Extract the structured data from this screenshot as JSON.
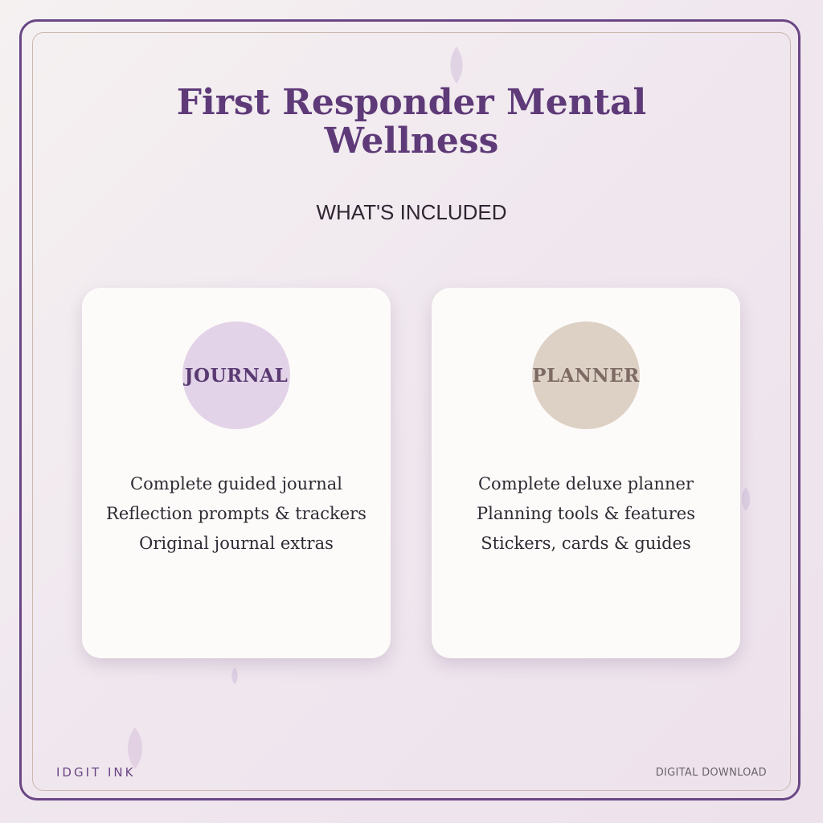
{
  "header": {
    "title_line1": "First Responder Mental",
    "title_line2": "Wellness",
    "subtitle": "WHAT'S INCLUDED"
  },
  "cards": [
    {
      "badge": "JOURNAL",
      "badge_color": "#e2d3e8",
      "badge_text_color": "#5a3a72",
      "features": [
        "Complete guided journal",
        "Reflection prompts & trackers",
        "Original journal extras"
      ]
    },
    {
      "badge": "PLANNER",
      "badge_color": "#ddd1c6",
      "badge_text_color": "#7d6b63",
      "features": [
        "Complete deluxe planner",
        "Planning tools & features",
        "Stickers, cards & guides"
      ]
    }
  ],
  "footer": {
    "brand": "IDGIT INK",
    "download": "DIGITAL DOWNLOAD"
  },
  "colors": {
    "accent": "#6a4685",
    "frame_inner": "#c9b9ad",
    "card_bg": "#fdfbf9"
  },
  "decorations": [
    "leaf-icon",
    "leaf-icon",
    "leaf-icon",
    "leaf-icon"
  ]
}
